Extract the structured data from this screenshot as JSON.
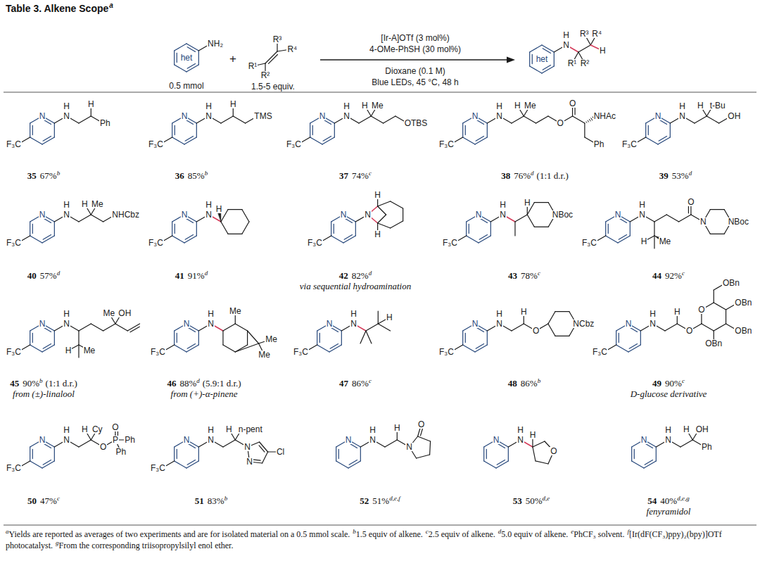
{
  "diagram": {
    "title": "Table 3. Alkene Scope",
    "labels": [
      "a",
      "het",
      "NH₂",
      "0.5 mmol",
      "+",
      "R¹",
      "R²",
      "R³",
      "R⁴",
      "1.5-5 equiv.",
      "[Ir-A]OTf (3 mol%)",
      "4-OMe-PhSH (30 mol%)",
      "Dioxane (0.1 M)",
      "Blue LEDs, 45 °C, 48 h",
      "het",
      "N",
      "H",
      "R¹",
      "R²",
      "R³",
      "R⁴",
      "H",
      "N",
      "F₃C",
      "N",
      "H",
      "H",
      "Ph",
      "35",
      "67%",
      "b",
      "N",
      "F₃C",
      "N",
      "H",
      "H",
      "TMS",
      "36",
      "85%",
      "b",
      "N",
      "F₃C",
      "N",
      "H",
      "H",
      "Me",
      "OTBS",
      "37",
      "74%",
      "c",
      "N",
      "F₃C",
      "N",
      "H",
      "H",
      "Me",
      "O",
      "O",
      "NHAc",
      "Ph",
      "38",
      "76%",
      "d",
      "(1:1 d.r.)",
      "N",
      "F₃C",
      "N",
      "H",
      "H",
      "t-Bu",
      "OH",
      "39",
      "53%",
      "d",
      "N",
      "F₃C",
      "N",
      "H",
      "H",
      "Me",
      "NHCbz",
      "40",
      "57%",
      "d",
      "N",
      "F₃C",
      "N",
      "H",
      "H",
      "41",
      "91%",
      "d",
      "N",
      "F₃C",
      "N",
      "H",
      "H",
      "42",
      "82%",
      "d",
      "via sequential hydroamination",
      "N",
      "F₃C",
      "N",
      "H",
      "H",
      "NBoc",
      "43",
      "78%",
      "c",
      "N",
      "F₃C",
      "N",
      "H",
      "H",
      "Me",
      "O",
      "N",
      "NBoc",
      "44",
      "92%",
      "c",
      "N",
      "F₃C",
      "N",
      "H",
      "Me",
      "OH",
      "H",
      "Me",
      "45",
      "90%",
      "b",
      "(1:1 d.r.)",
      "from (±)-linalool",
      "N",
      "F₃C",
      "N",
      "H",
      "Me",
      "Me",
      "Me",
      "46",
      "88%",
      "d",
      "(5.9:1 d.r.)",
      "from (+)-α-pinene",
      "N",
      "F₃C",
      "N",
      "H",
      "H",
      "47",
      "86%",
      "c",
      "N",
      "F₃C",
      "N",
      "H",
      "H",
      "O",
      "NCbz",
      "48",
      "86%",
      "b",
      "N",
      "F₃C",
      "N",
      "H",
      "H",
      "O",
      "O",
      "OBn",
      "OBn",
      "OBn",
      "OBn",
      "49",
      "90%",
      "c",
      "D-glucose derivative",
      "N",
      "F₃C",
      "N",
      "H",
      "H",
      "Cy",
      "O",
      "P",
      "O",
      "Ph",
      "Ph",
      "50",
      "47%",
      "c",
      "N",
      "F₃C",
      "N",
      "H",
      "H",
      "n-pent",
      "N",
      "N",
      "Cl",
      "51",
      "83%",
      "b",
      "N",
      "N",
      "H",
      "H",
      "N",
      "O",
      "52",
      "51%",
      "d,e,f",
      "N",
      "N",
      "H",
      "H",
      "O",
      "53",
      "50%",
      "d,e",
      "N",
      "N",
      "H",
      "H",
      "OH",
      "Ph",
      "54",
      "40%",
      "d,e,g",
      "fenyramidol",
      "a",
      "Yields are reported as averages of two experiments and are for isolated material on a 0.5 mmol scale.",
      "b",
      "1.5 equiv of alkene.",
      "c",
      "2.5 equiv of alkene.",
      "d",
      "5.0 equiv of alkene.",
      "e",
      "PhCF₃ solvent.",
      "f",
      "[Ir(dF(CF₃)ppy)₂(bpy)]OTf photocatalyst.",
      "g",
      "From the corresponding triisopropylsilyl enol ether."
    ]
  }
}
